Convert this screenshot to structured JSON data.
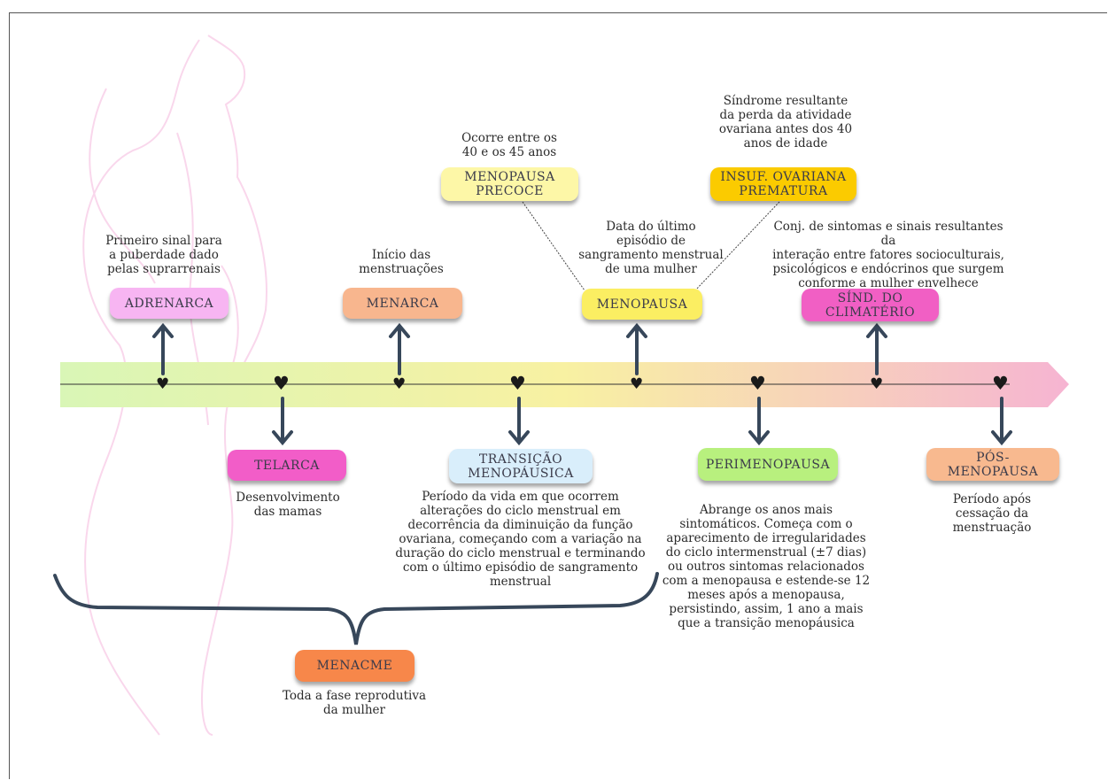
{
  "colors": {
    "bar_start": "#d8f5b8",
    "bar_mid": "#f6f3a0",
    "bar_end": "#f7b8cf",
    "arrow": "#37475a",
    "brace": "#37475a",
    "adrenarca": "#f7b5f2",
    "menarca": "#f8b68e",
    "menopausa": "#fbee62",
    "sind_climaterio": "#f15fc4",
    "telarca": "#f25dc8",
    "transicao": "#d9eefb",
    "perimenopausa": "#b8f07e",
    "pos_menopausa": "#f8b98f",
    "menopausa_precoce": "#fdf7a7",
    "insuf_ovariana": "#fbcb00",
    "menacme": "#f7874a"
  },
  "icons": {
    "timeline_marker": "heart-icon"
  },
  "top": {
    "adrenarca": {
      "label": "ADRENARCA",
      "desc_lines": [
        "Primeiro sinal para",
        "a puberdade dado",
        "pelas suprarrenais"
      ]
    },
    "menarca": {
      "label": "MENARCA",
      "desc_lines": [
        "Início das",
        "menstruações"
      ]
    },
    "menopausa": {
      "label": "MENOPAUSA",
      "desc_lines": [
        "Data do último",
        "episódio de",
        "sangramento menstrual",
        "de uma mulher"
      ]
    },
    "sind_climaterio": {
      "label_lines": [
        "SÍND. DO",
        "CLIMATÉRIO"
      ],
      "desc_lines": [
        "Conj. de sintomas e sinais resultantes da",
        "interação entre fatores socioculturais,",
        "psicológicos e endócrinos que surgem",
        "conforme a mulher envelhece"
      ]
    },
    "menopausa_precoce": {
      "label_lines": [
        "MENOPAUSA",
        "PRECOCE"
      ],
      "desc_lines": [
        "Ocorre entre os",
        "40 e os 45 anos"
      ]
    },
    "insuf_ovariana": {
      "label_lines": [
        "INSUF. OVARIANA",
        "PREMATURA"
      ],
      "desc_lines": [
        "Síndrome resultante",
        "da perda da atividade",
        "ovariana antes dos 40",
        "anos de idade"
      ]
    }
  },
  "bottom": {
    "telarca": {
      "label": "TELARCA",
      "desc_lines": [
        "Desenvolvimento",
        "das mamas"
      ]
    },
    "transicao": {
      "label_lines": [
        "TRANSIÇÃO",
        "MENOPÁUSICA"
      ],
      "desc_lines": [
        "Período da vida em que ocorrem",
        "alterações do ciclo menstrual em",
        "decorrência da diminuição da função",
        "ovariana, começando com a variação na",
        "duração do ciclo menstrual e terminando",
        "com o último episódio de sangramento",
        "menstrual"
      ]
    },
    "perimenopausa": {
      "label": "PERIMENOPAUSA",
      "desc_lines": [
        "Abrange os anos mais",
        "sintomáticos. Começa com o",
        "aparecimento de irregularidades",
        "do ciclo intermenstrual (±7 dias)",
        "ou outros sintomas relacionados",
        "com a menopausa e estende-se 12",
        "meses após a menopausa,",
        "persistindo, assim, 1 ano a mais",
        "que a transição menopáusica"
      ]
    },
    "pos_menopausa": {
      "label": "PÓS-MENOPAUSA",
      "desc_lines": [
        "Período após",
        "cessação da",
        "menstruação"
      ]
    },
    "menacme": {
      "label": "MENACME",
      "desc_lines": [
        "Toda a fase reprodutiva",
        "da mulher"
      ]
    }
  }
}
